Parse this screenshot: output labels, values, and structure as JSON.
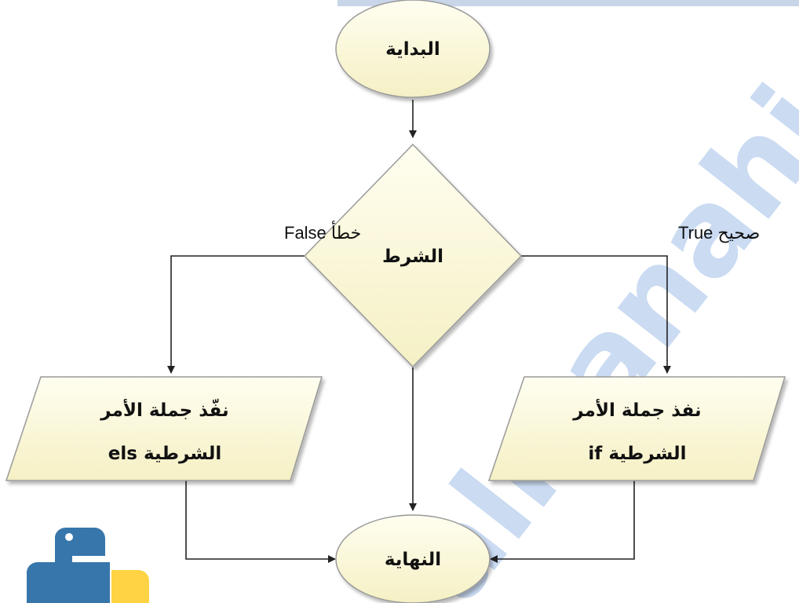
{
  "diagram": {
    "start": "البداية",
    "condition": "الشرط",
    "end": "النهاية",
    "true_label": "صحيح True",
    "false_label": "خطأ False",
    "if_action": {
      "line1": "نفذ جملة الأمر",
      "line2": "الشرطية if"
    },
    "else_action": {
      "line1": "نفّذ جملة الأمر",
      "line2": "الشرطية els"
    }
  },
  "watermark": "almanahj",
  "colors": {
    "shape_fill": "#fdfbd8",
    "shape_stroke": "#9a9a9a",
    "connector": "#222222",
    "watermark": "#9fbfe8",
    "logo_blue": "#3776ab",
    "logo_yellow": "#ffd343",
    "top_bar": "#c9d6ea"
  },
  "logo": "python-logo"
}
